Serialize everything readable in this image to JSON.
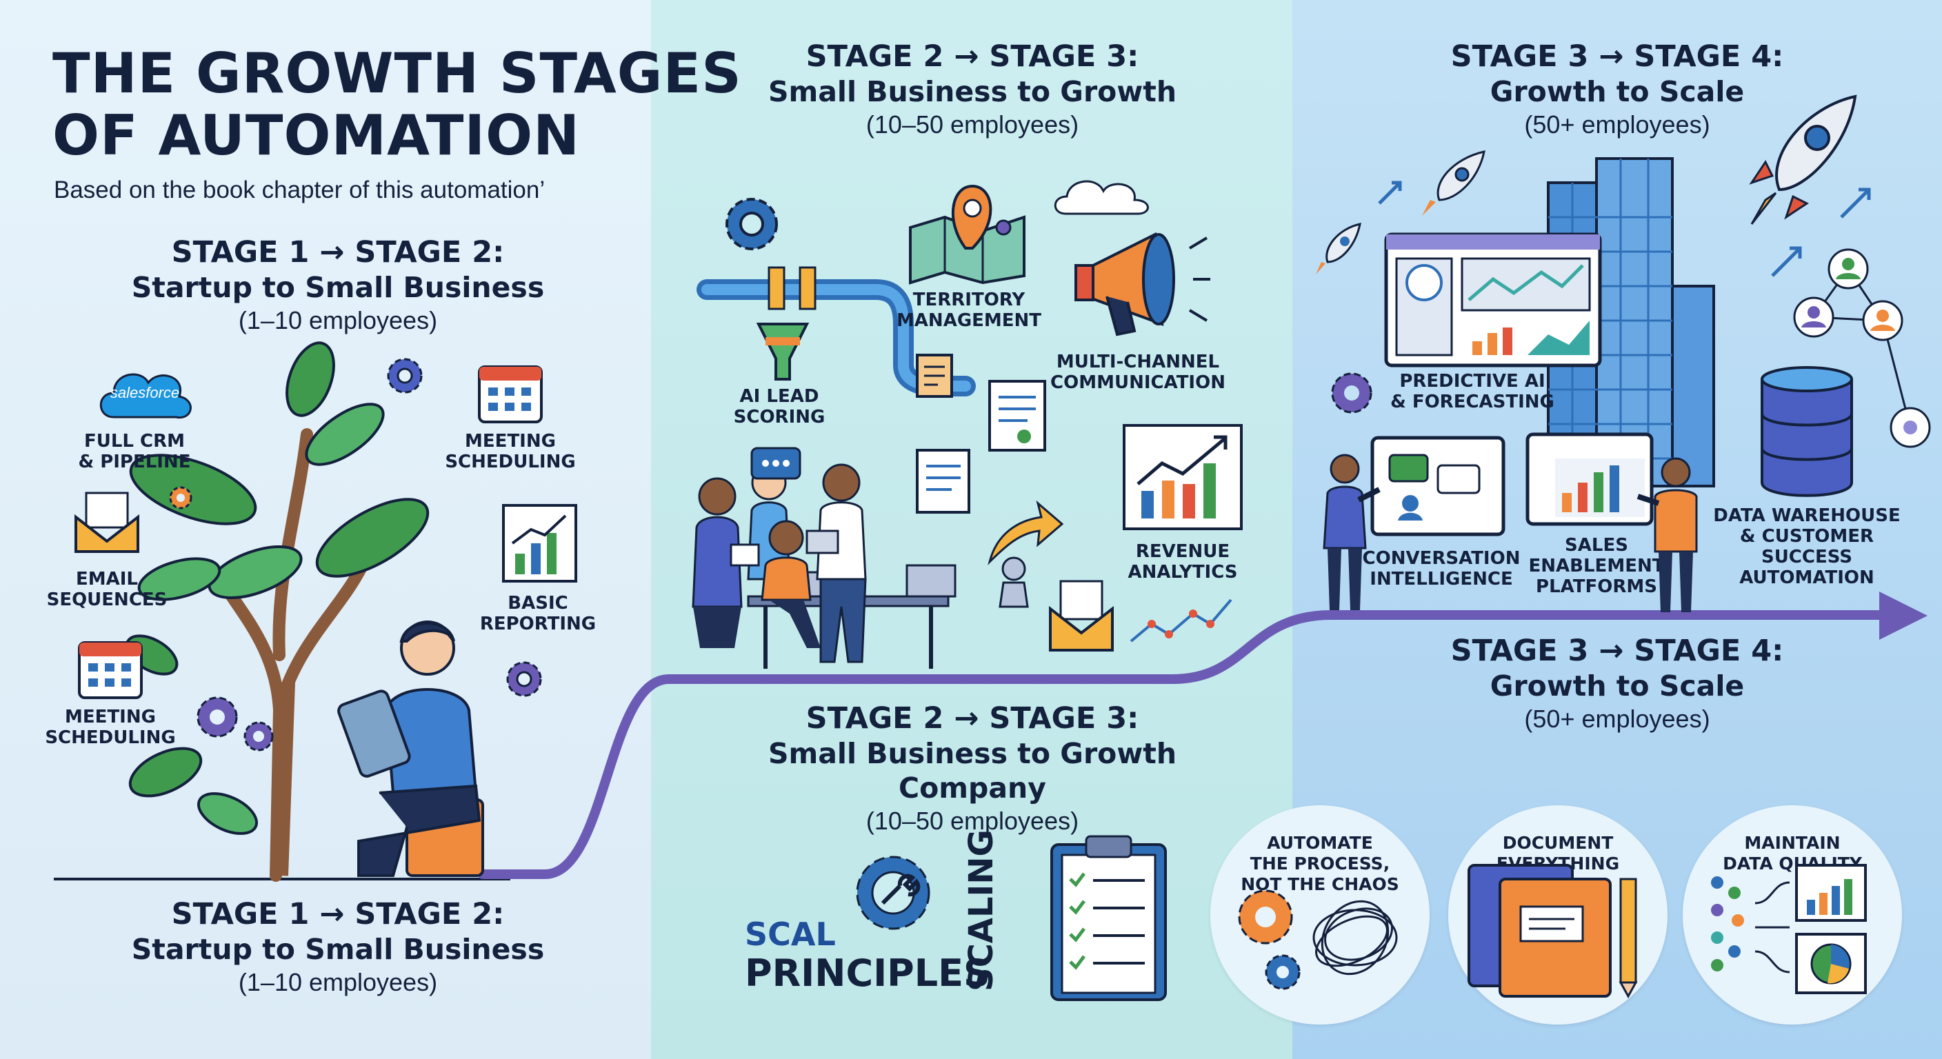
{
  "title": {
    "line1": "THE GROWTH STAGES",
    "line2": "OF AUTOMATION"
  },
  "subtitle": "Based on the book chapter of this automation’",
  "stage1_top": {
    "heading": "STAGE 1 → STAGE 2:",
    "name": "Startup to Small Business",
    "size": "(1–10 employees)"
  },
  "stage1_bottom": {
    "heading": "STAGE 1 → STAGE 2:",
    "name": "Startup to Small Business",
    "size": "(1–10 employees)"
  },
  "stage2_top": {
    "heading": "STAGE 2 → STAGE 3:",
    "name": "Small Business to Growth",
    "size": "(10–50 employees)"
  },
  "stage2_bottom": {
    "heading": "STAGE 2 → STAGE 3:",
    "name": "Small Business to Growth Company",
    "size": "(10–50 employees)"
  },
  "stage3_top": {
    "heading": "STAGE 3 → STAGE 4:",
    "name": "Growth to Scale",
    "size": "(50+ employees)"
  },
  "stage3_bottom": {
    "heading": "STAGE 3 → STAGE 4:",
    "name": "Growth to Scale",
    "size": "(50+ employees)"
  },
  "stage1_items": {
    "salesforce": "salesforce",
    "crm_l1": "FULL CRM",
    "crm_l2": "& PIPELINE",
    "meeting_top_l1": "MEETING",
    "meeting_top_l2": "SCHEDULING",
    "email_l1": "EMAIL",
    "email_l2": "SEQUENCES",
    "reporting_l1": "BASIC",
    "reporting_l2": "REPORTING",
    "meeting_bottom_l1": "MEETING",
    "meeting_bottom_l2": "SCHEDULING"
  },
  "stage2_items": {
    "territory_l1": "TERRITORY",
    "territory_l2": "MANAGEMENT",
    "multichannel_l1": "MULTI-CHANNEL",
    "multichannel_l2": "COMMUNICATION",
    "lead_l1": "AI LEAD",
    "lead_l2": "SCORING",
    "revenue_l1": "REVENUE",
    "revenue_l2": "ANALYTICS"
  },
  "stage3_items": {
    "predictive_l1": "PREDICTIVE AI",
    "predictive_l2": "& FORECASTING",
    "conversation_l1": "CONVERSATION",
    "conversation_l2": "INTELLIGENCE",
    "sales_l1": "SALES",
    "sales_l2": "ENABLEMENT",
    "sales_l3": "PLATFORMS",
    "warehouse_l1": "DATA WAREHOUSE",
    "warehouse_l2": "& CUSTOMER SUCCESS",
    "warehouse_l3": "AUTOMATION"
  },
  "principles": {
    "label_l1": "SCAL",
    "label_l2": "PRINCIPLES",
    "vertical": "SCALING",
    "p1_l1": "AUTOMATE",
    "p1_l2": "THE PROCESS,",
    "p1_l3": "NOT THE CHAOS",
    "p2_l1": "DOCUMENT",
    "p2_l2": "EVERYTHING",
    "p3_l1": "MAINTAIN",
    "p3_l2": "DATA QUALITY"
  },
  "colors": {
    "navy": "#14213d",
    "purple": "#6b5bb5",
    "blue": "#2f6fb8",
    "orange": "#f08a3c",
    "green": "#3f9a4e",
    "teal": "#3aa9a4"
  }
}
